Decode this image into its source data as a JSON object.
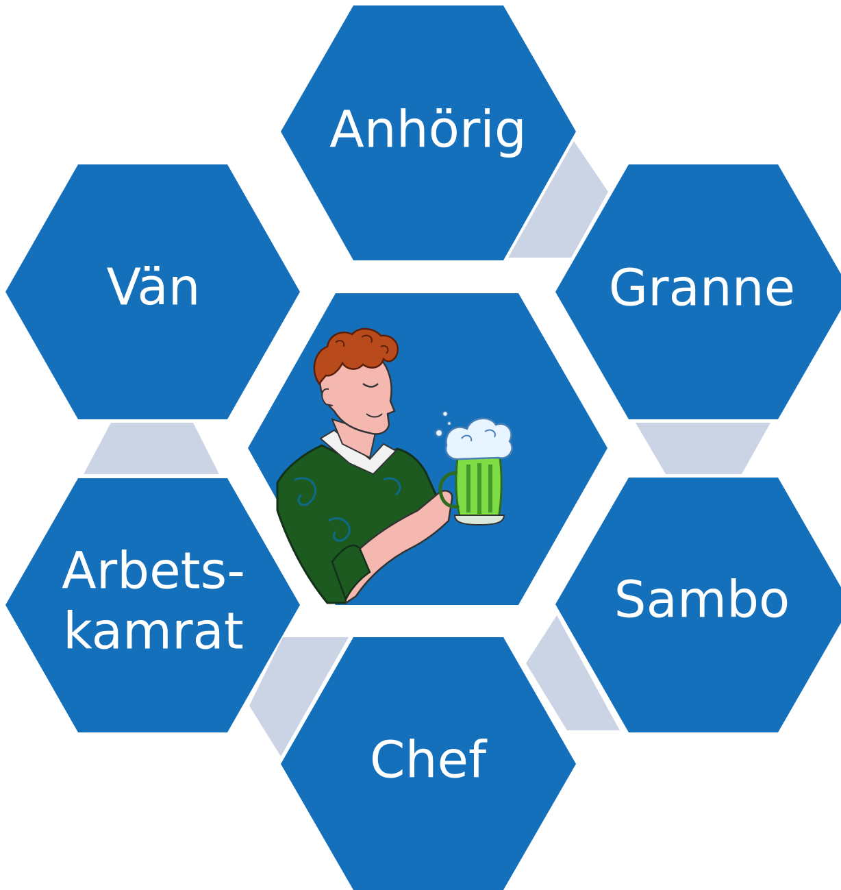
{
  "colors": {
    "hexagon": "#1570bb",
    "connector": "#cbd4e5",
    "background": "#ffffff",
    "label": "#ffffff"
  },
  "center": {
    "icon": "man-with-beer-mug-clipart"
  },
  "hexagons": [
    {
      "id": "anhorig",
      "label": "Anhörig"
    },
    {
      "id": "granne",
      "label": "Granne"
    },
    {
      "id": "sambo",
      "label": "Sambo"
    },
    {
      "id": "chef",
      "label": "Chef"
    },
    {
      "id": "arbetskamrat",
      "label_line1": "Arbets-",
      "label_line2": "kamrat"
    },
    {
      "id": "van",
      "label": "Vän"
    }
  ]
}
